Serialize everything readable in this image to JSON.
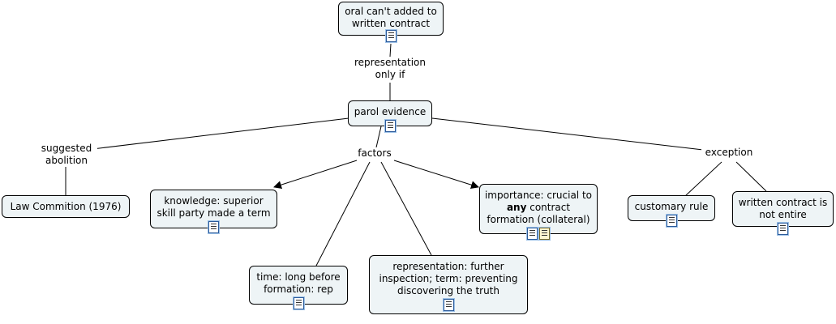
{
  "nodes": {
    "oral": {
      "label": "oral can't added to written contract",
      "resources": [
        "document-icon"
      ]
    },
    "parol": {
      "label": "parol evidence",
      "resources": [
        "document-icon"
      ]
    },
    "law": {
      "label": "Law Commition (1976)",
      "resources": []
    },
    "knowledge": {
      "label": "knowledge: superior skill party made a term",
      "resources": [
        "document-icon"
      ]
    },
    "time": {
      "label": "time: long before formation: rep",
      "resources": [
        "document-icon"
      ]
    },
    "representation": {
      "label": "representation: further inspection; term: preventing discovering the truth",
      "resources": [
        "document-icon"
      ]
    },
    "importance": {
      "pre": "importance: crucial to ",
      "bold": "any",
      "post": " contract formation (collateral)",
      "resources": [
        "document-icon",
        "note-icon"
      ]
    },
    "customary": {
      "label": "customary rule",
      "resources": [
        "document-icon"
      ]
    },
    "written": {
      "label": "written contract is not entire",
      "resources": [
        "document-icon"
      ]
    }
  },
  "phrases": {
    "rep_only_if": "representation only if",
    "suggested_abolition": "suggested abolition",
    "factors": "factors",
    "exception": "exception"
  },
  "colors": {
    "node_fill": "#eef4f6",
    "border": "#000000",
    "icon_blue": "#2a5a9a"
  }
}
